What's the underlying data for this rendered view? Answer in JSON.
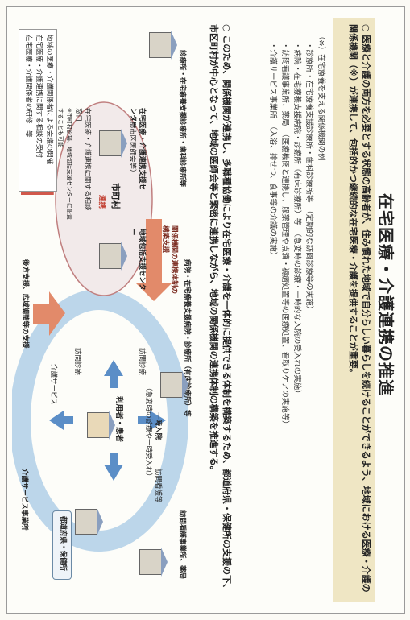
{
  "title": "在宅医療・介護連携の推進",
  "intro": "○ 医療と介護の両方を必要とする状態の高齢者が、住み慣れた地域で自分らしい暮らしを続けることができるよう、地域における医療・介護の関係機関（※）が連携して、包括的かつ継続的な在宅医療・介護を提供することが重要。",
  "subhead": "（※）在宅療養を支える関係機関の例",
  "institutions": [
    "診療所・在宅療養支援診療所・歯科診療所等　（定期的な訪問診療等の実施）",
    "病院・在宅療養支援病院・診療所（有床診療所）等　（急変時の診療・一時的な入院の受入れの実施）",
    "訪問看護事業所、薬局　（医療機関と連携し、服薬管理や点滴・褥瘡処置等の医療処置、看取りケアの実施等）",
    "介護サービス事業所　（入浴、排せつ、食事等の介護の実施）"
  ],
  "policy": "○ このため、関係機関が連携し、多職種協働により在宅医療・介護を一体的に提供できる体制を構築するため、都道府県・保健所の支援の下、市区町村が中心となって、地域の医師会等と緊密に連携しながら、地域の関係機関の連携体制の構築を推進する。",
  "diagram": {
    "municipality": "市町村",
    "center_label": "在宅医療・介護連携支援センター",
    "center_sub": "（郡市区医師会等）",
    "consult_note": "在宅医療・介護連携に関する相談窓口",
    "center_note": "※市町村役場、地域包括支援センターに設置することも可能",
    "regional_center": "地域包括支援センター",
    "link_label": "連携",
    "ccm_label": "介護サービス",
    "support_arrow": "関係機関の連携体制の構築支援",
    "pref_box": "都道府県・保健所",
    "backup": "後方支援、広域調整等の支援",
    "care_services": "介護サービス事業所",
    "home_nursing": "訪問看護事業所、薬局",
    "visit_nursing": "訪問看護等",
    "clinic": "診療所・在宅療養支援診療所・歯科診療所等",
    "hospital": "病院・在宅療養支援病院・診療所（有床診療所）等",
    "visit_care": "訪問診療",
    "patient": "利用者・患者",
    "admission": "一時入院",
    "admission_sub": "（急変時の診療や一時受入れ）",
    "visit_care2": "訪問診療",
    "roles_note": [
      "地域の医療・介護関係者による会議の開催",
      "在宅医療・介護連携に関する相談の受付",
      "在宅医療・介護関係者の研修　等"
    ]
  },
  "colors": {
    "stripe": "#efe6c4",
    "arrow_red": "#e28a6a",
    "ring_blue": "#bcd6ea",
    "arrow_blue": "#5b8ec7",
    "municipal_fill": "#f2eaea"
  }
}
